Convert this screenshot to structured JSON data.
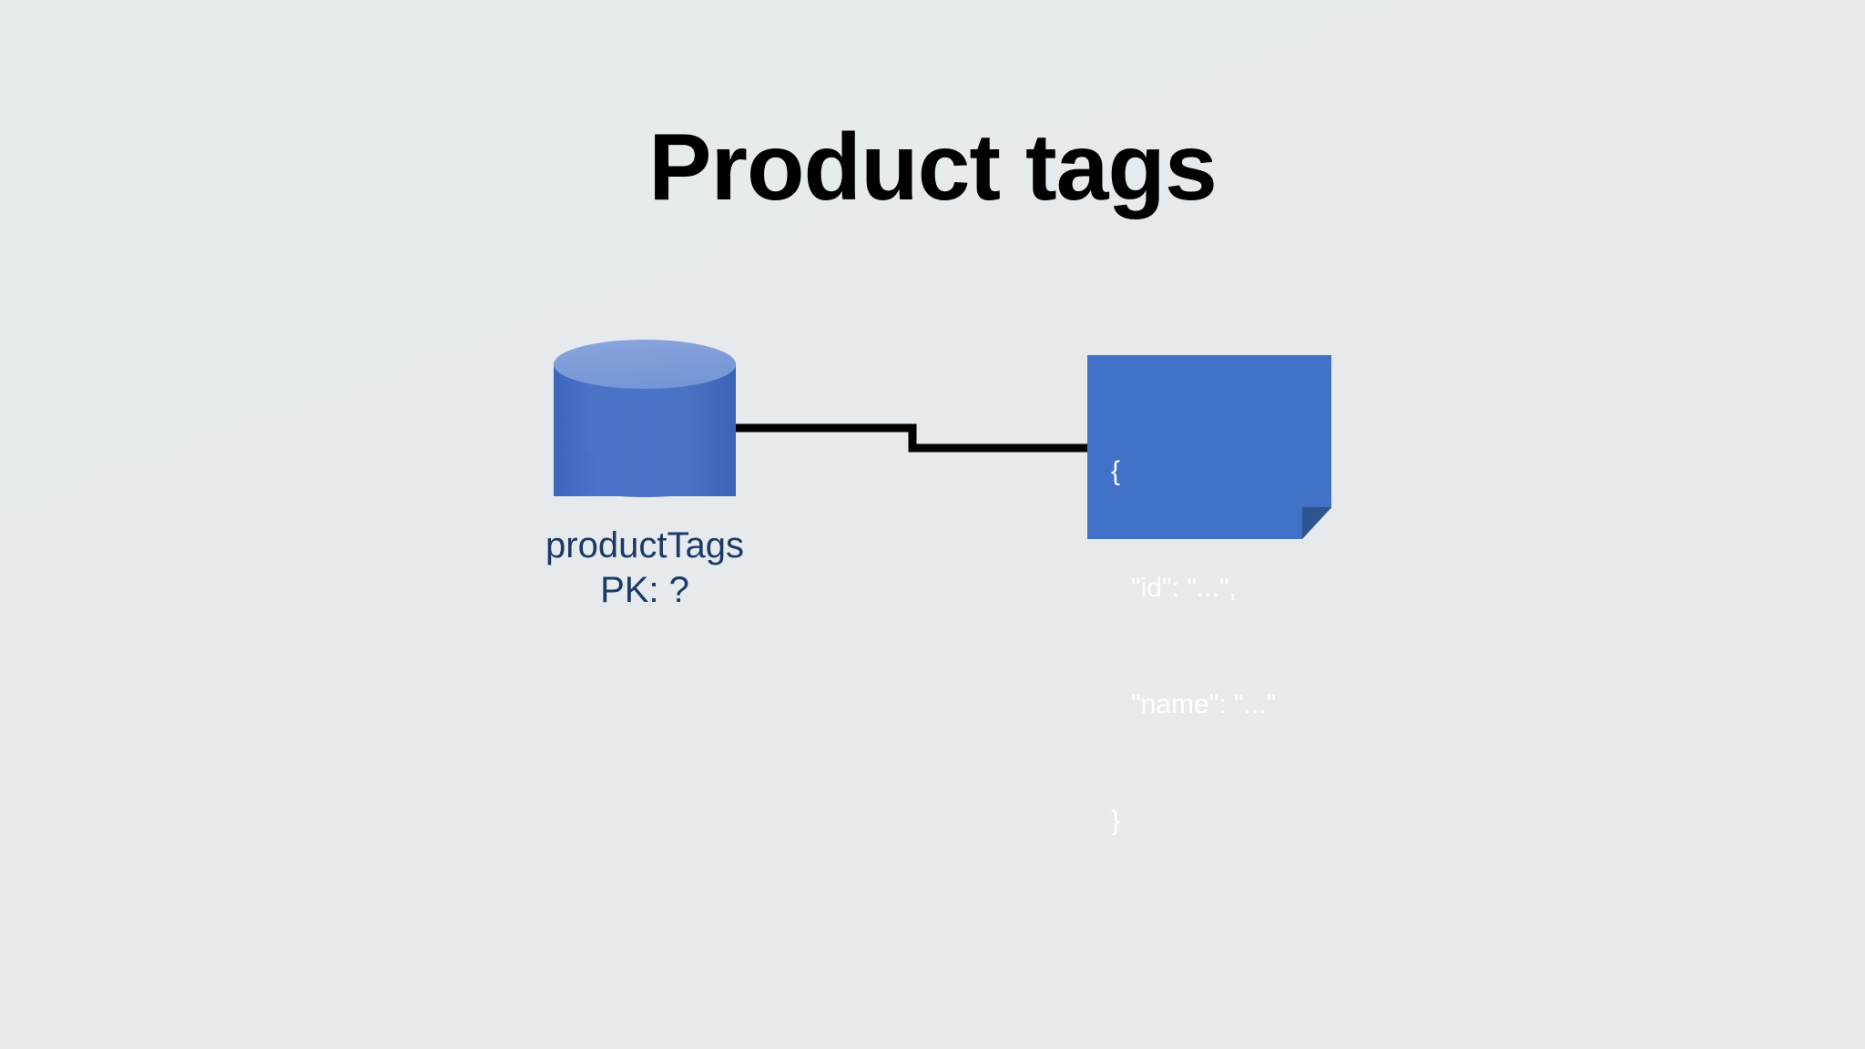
{
  "slide": {
    "title": "Product tags",
    "background_color": "#e7ebea",
    "title_color": "#000000"
  },
  "diagram": {
    "type": "entity-relationship",
    "accent_color": "#4272c8",
    "label_color": "#1b3a67",
    "connector_color": "#000000",
    "nodes": [
      {
        "id": "collection",
        "shape": "cylinder",
        "name": "productTags",
        "subtitle": "PK: ?",
        "fill_top": "#7d9bd8",
        "fill_body": "#4a73c6"
      },
      {
        "id": "document",
        "shape": "document-card",
        "fill": "#4272c8",
        "fold_fill": "#2d548f",
        "text_color": "#ffffff",
        "lines": [
          "{",
          "\"id\": \"...\",",
          "\"name\": \"...\"",
          "}"
        ]
      }
    ],
    "connector": {
      "style": "elbow",
      "from": "collection",
      "to": "document"
    }
  }
}
